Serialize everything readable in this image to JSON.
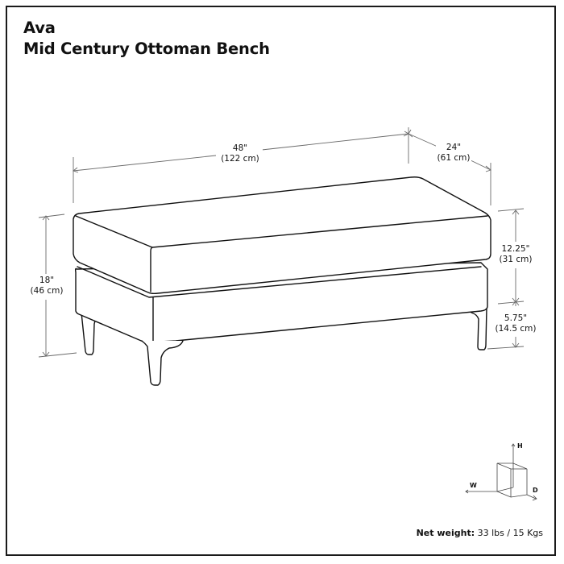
{
  "title": {
    "line1": "Ava",
    "line2": "Mid Century Ottoman Bench"
  },
  "dimensions": {
    "width": {
      "imperial": "48\"",
      "metric": "(122 cm)"
    },
    "depth": {
      "imperial": "24\"",
      "metric": "(61 cm)"
    },
    "total_height": {
      "imperial": "18\"",
      "metric": "(46 cm)"
    },
    "cushion_height": {
      "imperial": "12.25\"",
      "metric": "(31 cm)"
    },
    "leg_height": {
      "imperial": "5.75\"",
      "metric": "(14.5 cm)"
    }
  },
  "axis_legend": {
    "height": "H",
    "width": "W",
    "depth": "D"
  },
  "footer": {
    "net_weight_label": "Net weight:",
    "net_weight_value": "33 lbs / 15 Kgs"
  },
  "colors": {
    "line": "#111111",
    "dimension_line": "#666666",
    "background": "#ffffff"
  }
}
